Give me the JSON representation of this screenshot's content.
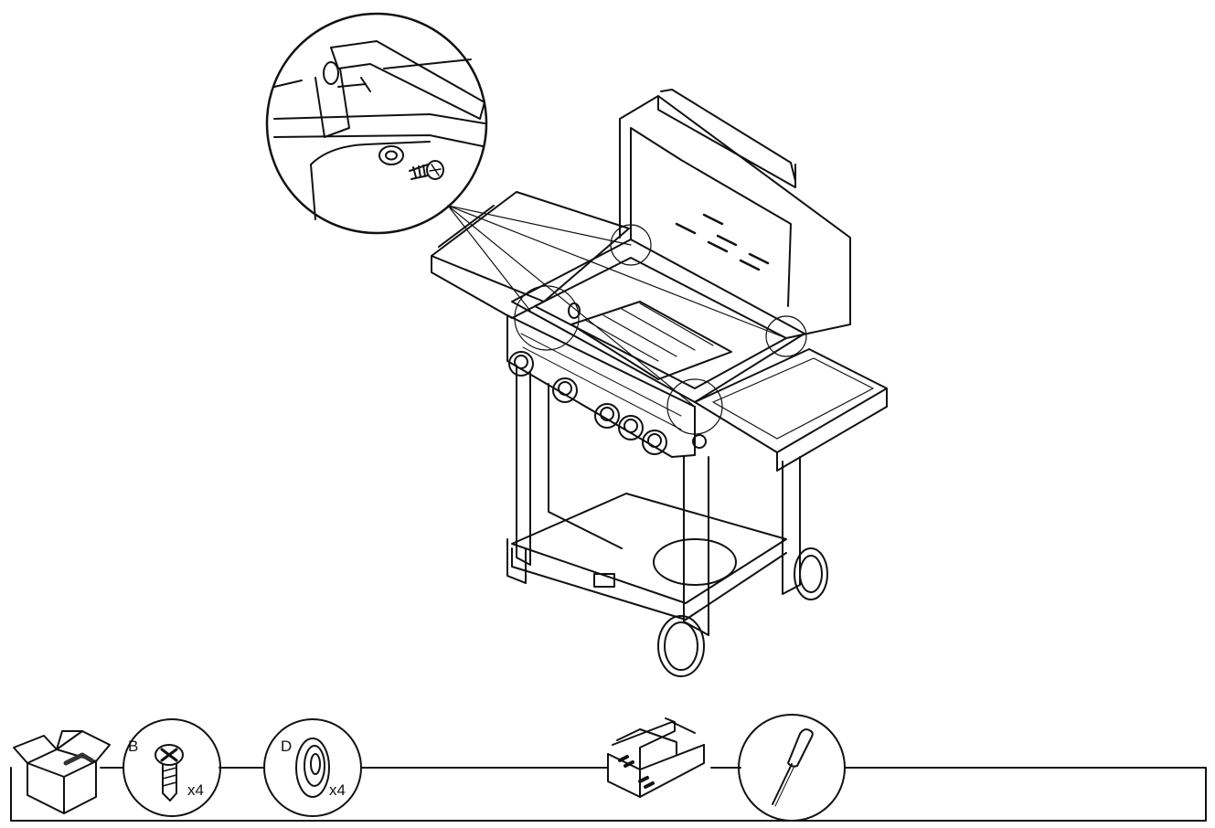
{
  "parts": [
    {
      "letter": "B",
      "qty": "x4",
      "icon": "screw-icon"
    },
    {
      "letter": "D",
      "qty": "x4",
      "icon": "washer-icon"
    }
  ],
  "icons": {
    "box": "open-box-icon",
    "toolbox": "toolbox-icon",
    "tool": "screwdriver-icon"
  },
  "colors": {
    "line": "#111111",
    "background": "#ffffff"
  }
}
